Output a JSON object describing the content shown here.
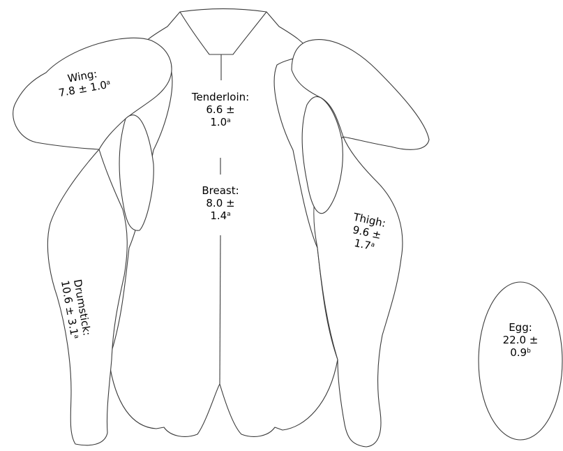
{
  "parts": {
    "wing": {
      "name": "Wing:",
      "value": "7.8 ± 1.0",
      "sup": "a"
    },
    "tenderloin": {
      "name": "Tenderloin:",
      "value1": "6.6 ±",
      "value2": "1.0",
      "sup": "a"
    },
    "breast": {
      "name": "Breast:",
      "value1": "8.0 ±",
      "value2": "1.4",
      "sup": "a"
    },
    "thigh": {
      "name": "Thigh:",
      "value1": "9.6 ±",
      "value2": "1.7",
      "sup": "a"
    },
    "drumstick": {
      "name": "Drumstick:",
      "value": "10.6 ± 3.1",
      "sup": "a"
    },
    "egg": {
      "name": "Egg:",
      "value1": "22.0 ±",
      "value2": "0.9",
      "sup": "b"
    }
  },
  "colors": {
    "stroke": "#3a3a3a",
    "fill": "#ffffff",
    "text": "#000000"
  }
}
